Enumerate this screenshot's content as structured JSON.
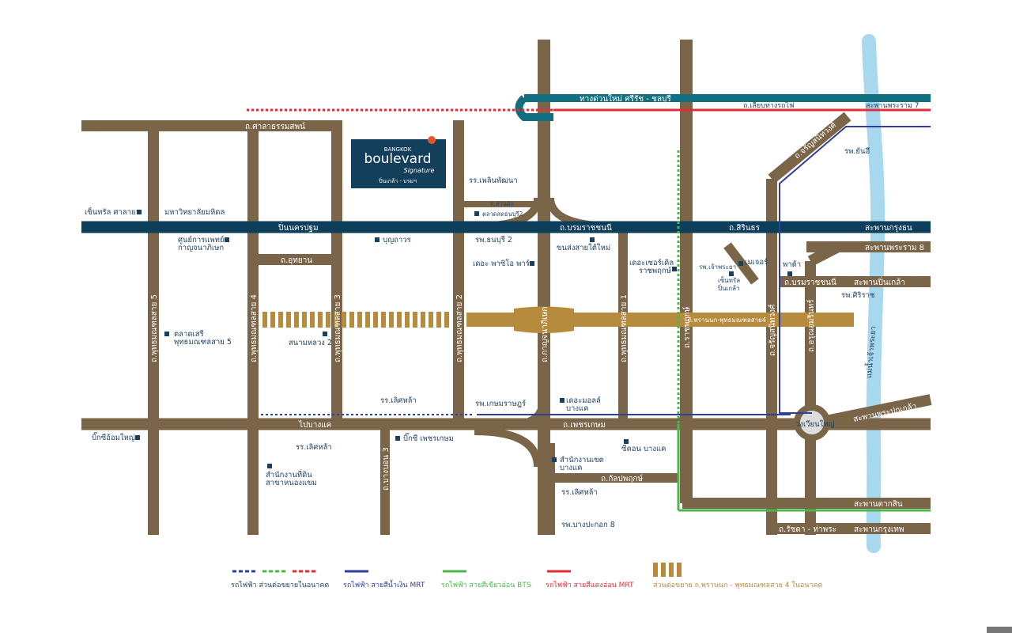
{
  "colors": {
    "road": "#7a6548",
    "main_road": "#0e3f5a",
    "expressway": "#126f7f",
    "mrt_blue": "#2e3f9c",
    "bts_green": "#4cb748",
    "mrt_red": "#e02d35",
    "extension": "#b78b3e",
    "river": "#a8d8ee",
    "logo_bg": "#133f5a",
    "poi": "#1d3f5e"
  },
  "logo": {
    "top": "BANGKOK",
    "main": "boulevard",
    "script": "Signature",
    "sub": "ปิ่นเกล้า - บรมฯ"
  },
  "roads": {
    "sala_tham": "ถ.ศาลาธรรมสพน์",
    "pin_nakhon": "ปิ่นนครปฐม",
    "boromratchonnani": "ถ.บรมราชชนนี",
    "sirindhorn": "ถ.สิรินธร",
    "utthayan": "ถ.อุทยาน",
    "phran_nok": "ถ.พรานนก-พุทธมณฑลสาย4",
    "bang_khae": "ไปบางแค",
    "phetkasem": "ถ.เพชรเกษม",
    "kanlapaphruek": "ถ.กัลปพฤกษ์",
    "expressway_new": "ทางด่วนใหม่ ศรีรัช - ชลบุรี",
    "rail_side": "ถ.เลียบทางรถไฟ",
    "phutthamonthon5": "ถ.พุทธมณฑลสาย 5",
    "phutthamonthon4": "ถ.พุทธมณฑลสาย 4",
    "phutthamonthon3": "ถ.พุทธมณฑลสาย 3",
    "phutthamonthon2": "ถ.พุทธมณฑลสาย 2",
    "kanchanaphisek": "ถ.กาญจนาภิเษก",
    "phutthamonthon1": "ถ.พุทธมณฑลสาย 1",
    "ratchaphruek": "ถ.ราชพฤกษ์",
    "charansanitwong": "ถ.จรัญสนิทวงศ์",
    "charansanitwong2": "ถ.จรัญสนิทวงศ์",
    "arun_amarin": "ถ.อรุณอมรินทร์",
    "bang_bon3": "ถ.บางบอน 3",
    "boromratchonnani2": "ถ.บรมราชชนนี",
    "ratchada_thaphra": "ถ.รัชดา - ท่าพระ",
    "wongwian_yai": "วงเวียนใหญ่"
  },
  "bridges": {
    "rama7": "สะพานพระราม 7",
    "krungthon": "สะพานกรุงธน",
    "rama8": "สะพานพระราม 8",
    "pinklao": "สะพานปิ่นเกล้า",
    "pokklao": "สะพานพระปกเกล้า",
    "taksin": "สะพานตากสิน",
    "krungthep": "สะพานกรุงเทพ"
  },
  "river": "แม่น้ำเจ้าพระยา",
  "pois": {
    "central_salaya": "เซ็นทรัล ศาลายา",
    "mahidol": "มหาวิทยาลัยมหิดล",
    "med_center_1": "ศูนย์การแพทย์",
    "med_center_2": "กาญจนาภิเษก",
    "market_seri_1": "ตลาดเสรี",
    "market_seri_2": "พุทธมณฑลสาย 5",
    "big_c_om_noi": "บิ๊กซีอ้อมใหญ่",
    "bunthavorn": "บุญถาวร",
    "sanam_luang2": "สนามหลวง 2",
    "school_saeng": "รร.เลิศหล้า",
    "land_office_1": "สำนักงานที่ดิน",
    "land_office_2": "สาขาหนองแขม",
    "bigc_phetkasem": "บิ๊กซี เพชรเกษม",
    "sch_pin": "รร.เลิศหล้า",
    "school_phatthana": "รร.เพลินพัฒนา",
    "talat_2": "ตลาดสดธนบุรี2",
    "thanon_suan": "ถ.สวนผัก",
    "hosp_thonburi2": "รพ.ธนบุรี 2",
    "the_paseo": "เดอะ พาซิโอ พาร์ค",
    "hosp_phetkasem": "รพ.เกษมราษฎร์",
    "the_mall_1": "เดอะมอลล์",
    "the_mall_2": "บางแค",
    "seacon": "ซีคอน บางแค",
    "district_1": "สำนักงานเขต",
    "district_2": "บางแค",
    "sch_lert": "รร.เลิศหล้า",
    "hosp_bangpakok": "รพ.บางปะกอก 8",
    "new_bus": "ขนส่งสายใต้ใหม่",
    "the_circle_1": "เดอะเซอร์เคิล",
    "the_circle_2": "ราชพฤกษ์",
    "hosp_chaophraya": "รพ.เจ้าพระยา",
    "central_pinklao_1": "เซ็นทรัล",
    "central_pinklao_2": "ปิ่นเกล้า",
    "major": "เมเจอร์",
    "pata": "พาต้า",
    "hosp_siriraj": "รพ.ศิริราช",
    "hosp_yanhee": "รพ.ยันฮี"
  },
  "legend": [
    {
      "label": "รถไฟฟ้า ส่วนต่อขยายในอนาคต",
      "color": "#1d3f5e"
    },
    {
      "label": "รถไฟฟ้า สายสีน้ำเงิน MRT",
      "color": "#2e3f9c"
    },
    {
      "label": "รถไฟฟ้า สายสีเขียวอ่อน BTS",
      "color": "#4cb748"
    },
    {
      "label": "รถไฟฟ้า สายสีแดงอ่อน MRT",
      "color": "#e02d35"
    },
    {
      "label": "ส่วนต่อขยาย ถ.พรานนก - พุทธมณฑลสาย 4 ในอนาคต",
      "color": "#b78b3e"
    }
  ]
}
